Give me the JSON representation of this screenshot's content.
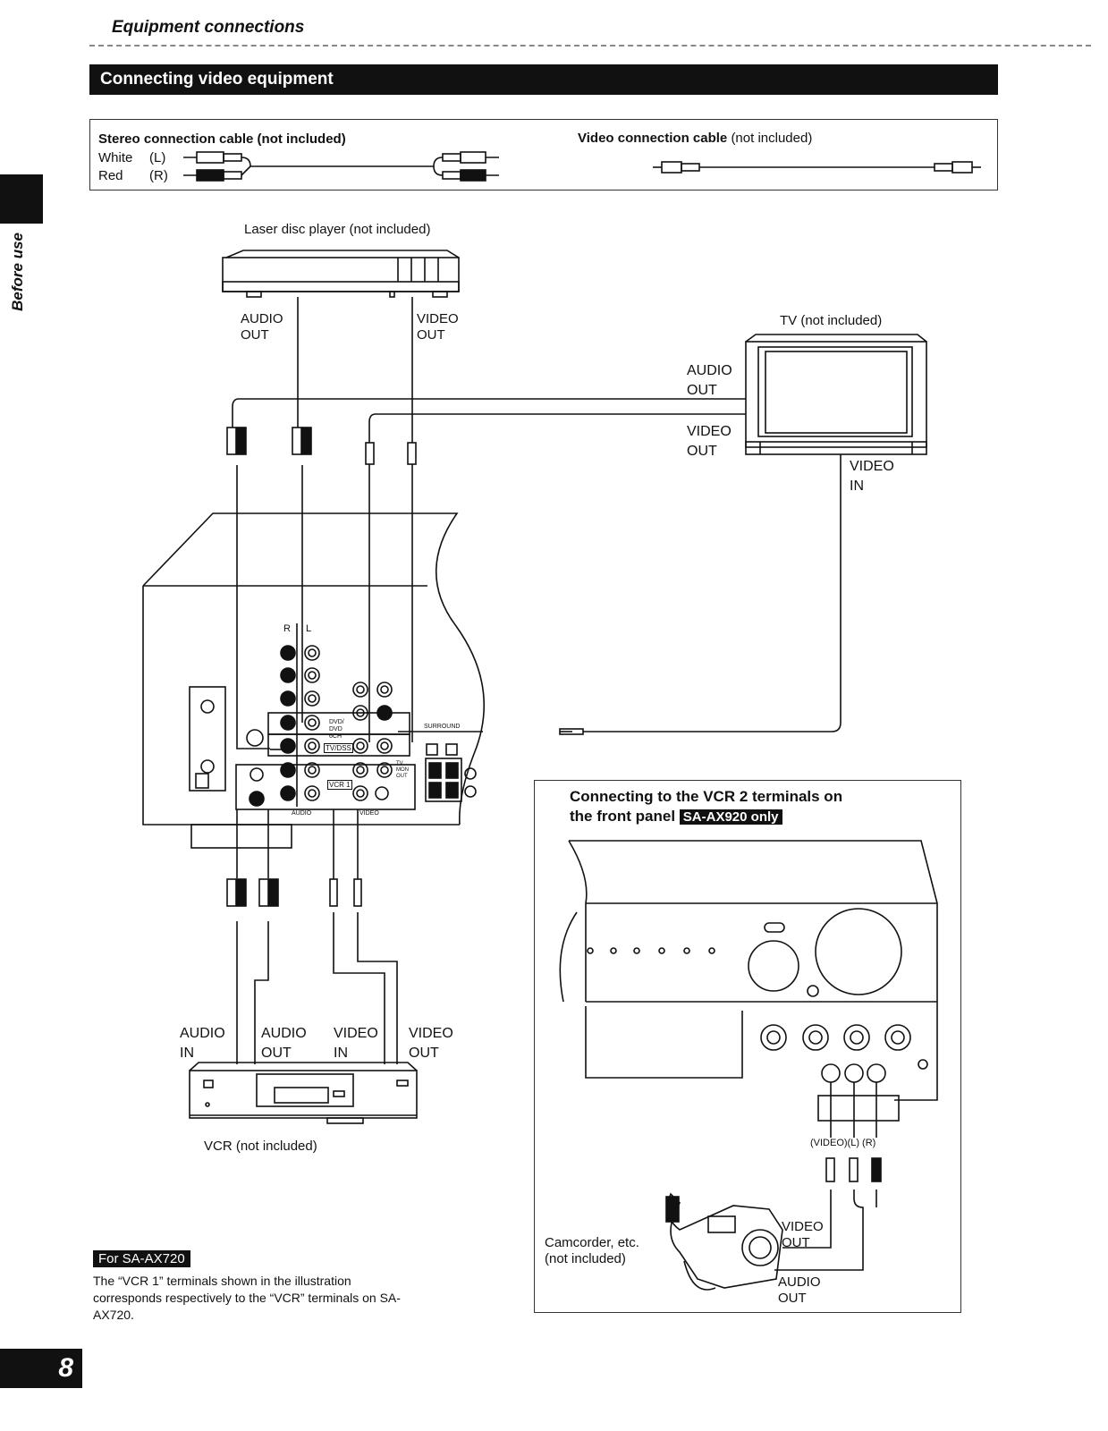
{
  "header": {
    "title": "Equipment connections"
  },
  "section": {
    "title": "Connecting video equipment"
  },
  "side_tab": {
    "label": "Before use"
  },
  "cables": {
    "stereo": {
      "title": "Stereo connection cable (not included)",
      "white": "White",
      "white_ch": "(L)",
      "red": "Red",
      "red_ch": "(R)"
    },
    "video": {
      "title": "Video connection cable",
      "note": "(not included)"
    }
  },
  "devices": {
    "laser_disc": "Laser disc player (not included)",
    "tv": "TV (not included)",
    "vcr": "VCR (not included)",
    "camcorder_1": "Camcorder, etc.",
    "camcorder_2": "(not included)"
  },
  "labels": {
    "ld_audio_out": [
      "AUDIO",
      "OUT"
    ],
    "ld_video_out": [
      "VIDEO",
      "OUT"
    ],
    "tv_audio_out": [
      "AUDIO",
      "OUT"
    ],
    "tv_video_out": [
      "VIDEO",
      "OUT"
    ],
    "tv_video_in": [
      "VIDEO",
      "IN"
    ],
    "vcr_audio_in": [
      "AUDIO",
      "IN"
    ],
    "vcr_audio_out": [
      "AUDIO",
      "OUT"
    ],
    "vcr_video_in": [
      "VIDEO",
      "IN"
    ],
    "vcr_video_out": [
      "VIDEO",
      "OUT"
    ],
    "cam_video_out": [
      "VIDEO",
      "OUT"
    ],
    "cam_audio_out": [
      "AUDIO",
      "OUT"
    ],
    "front_jacks": "(VIDEO)(L)  (R)"
  },
  "receiver_panel": {
    "dvd": "DVD/ DVD 6CH",
    "tvdss": "TV/DSS",
    "vcr1": "VCR 1",
    "surround": "SURROUND",
    "audio": "AUDIO",
    "video": "VIDEO",
    "monitor": "TV MON OUT",
    "r": "R",
    "l": "L"
  },
  "inset": {
    "title_1": "Connecting to the VCR 2 terminals on",
    "title_2": "the front panel",
    "badge": "SA-AX920 only"
  },
  "note": {
    "badge": "For SA-AX720",
    "text": "The “VCR 1” terminals shown in the illustration corresponds respectively to the “VCR” terminals on SA-AX720."
  },
  "page": {
    "number": "8"
  }
}
